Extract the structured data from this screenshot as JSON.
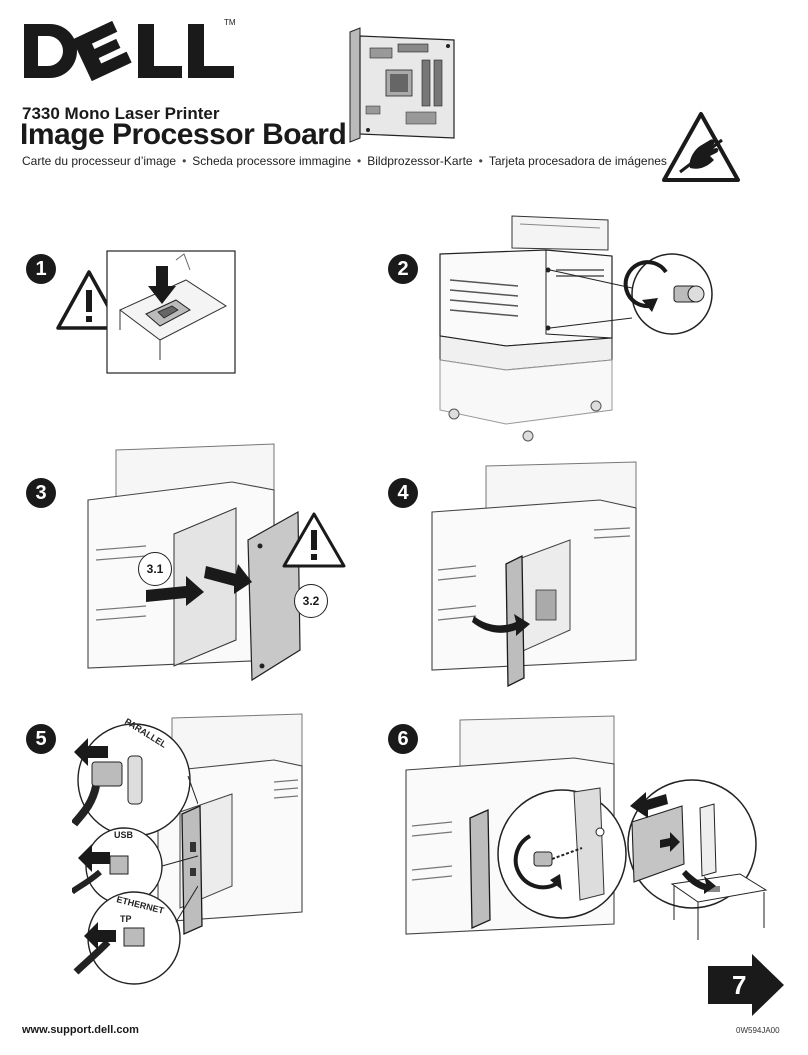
{
  "brand": {
    "logo_text": "DELL",
    "trademark": "TM"
  },
  "header": {
    "product": "7330 Mono Laser Printer",
    "title": "Image Processor Board",
    "languages": [
      "Carte du processeur d’image",
      "Scheda processore immagine",
      "Bildprozessor-Karte",
      "Tarjeta procesadora de imágenes"
    ],
    "separator": "•"
  },
  "steps": [
    {
      "number": "1"
    },
    {
      "number": "2"
    },
    {
      "number": "3",
      "callouts": [
        "3.1",
        "3.2"
      ]
    },
    {
      "number": "4"
    },
    {
      "number": "5",
      "ports": {
        "parallel": "PARALLEL",
        "usb": "USB",
        "ethernet": "ETHERNET",
        "tp": "TP"
      }
    },
    {
      "number": "6"
    }
  ],
  "next_step": "7",
  "footer": {
    "url": "www.support.dell.com",
    "code": "0W594JA00"
  }
}
